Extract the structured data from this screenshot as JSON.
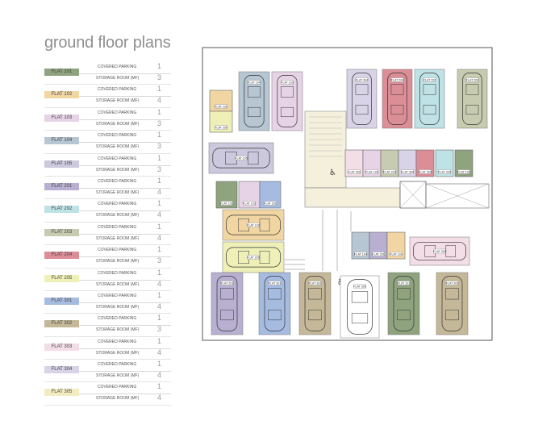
{
  "title": "ground floor plans",
  "legend": [
    {
      "flat": "FLAT 101",
      "color": "#8fa37f",
      "parking_label": "COVERED PARKING",
      "parking": "1",
      "storage_label": "STORAGE ROOM (MF)",
      "storage": "3"
    },
    {
      "flat": "FLAT 102",
      "color": "#f1d6a3",
      "parking_label": "COVERED PARKING",
      "parking": "1",
      "storage_label": "STORAGE ROOM (MF)",
      "storage": "4"
    },
    {
      "flat": "FLAT 103",
      "color": "#e7d3e6",
      "parking_label": "COVERED PARKING",
      "parking": "1",
      "storage_label": "STORAGE ROOM (MF)",
      "storage": "3"
    },
    {
      "flat": "FLAT 104",
      "color": "#b6c6d2",
      "parking_label": "COVERED PARKING",
      "parking": "1",
      "storage_label": "STORAGE ROOM (MF)",
      "storage": "3"
    },
    {
      "flat": "FLAT 105",
      "color": "#ccc8dd",
      "parking_label": "COVERED PARKING",
      "parking": "1",
      "storage_label": "STORAGE ROOM (MF)",
      "storage": "3"
    },
    {
      "flat": "FLAT 201",
      "color": "#b9b0d1",
      "parking_label": "COVERED PARKING",
      "parking": "1",
      "storage_label": "STORAGE ROOM (MF)",
      "storage": "4"
    },
    {
      "flat": "FLAT 202",
      "color": "#bfe2e6",
      "parking_label": "COVERED PARKING",
      "parking": "1",
      "storage_label": "STORAGE ROOM (MF)",
      "storage": "4"
    },
    {
      "flat": "FLAT 203",
      "color": "#c7cbb0",
      "parking_label": "COVERED PARKING",
      "parking": "1",
      "storage_label": "STORAGE ROOM (MF)",
      "storage": "4"
    },
    {
      "flat": "FLAT 204",
      "color": "#dc8e97",
      "parking_label": "COVERED PARKING",
      "parking": "1",
      "storage_label": "STORAGE ROOM (MF)",
      "storage": "3"
    },
    {
      "flat": "FLAT 205",
      "color": "#eef0b8",
      "parking_label": "COVERED PARKING",
      "parking": "1",
      "storage_label": "STORAGE ROOM (MF)",
      "storage": "4"
    },
    {
      "flat": "FLAT 301",
      "color": "#a6bbe0",
      "parking_label": "COVERED PARKING",
      "parking": "1",
      "storage_label": "STORAGE ROOM (MF)",
      "storage": "4"
    },
    {
      "flat": "FLAT 302",
      "color": "#c4b899",
      "parking_label": "COVERED PARKING",
      "parking": "1",
      "storage_label": "STORAGE ROOM (MF)",
      "storage": "3"
    },
    {
      "flat": "FLAT 303",
      "color": "#f3dde6",
      "parking_label": "COVERED PARKING",
      "parking": "1",
      "storage_label": "STORAGE ROOM (MF)",
      "storage": "4"
    },
    {
      "flat": "FLAT 304",
      "color": "#d9d3e8",
      "parking_label": "COVERED PARKING",
      "parking": "1",
      "storage_label": "STORAGE ROOM (MF)",
      "storage": "4"
    },
    {
      "flat": "FLAT 305",
      "color": "#f2ecc0",
      "parking_label": "COVERED PARKING",
      "parking": "1",
      "storage_label": "STORAGE ROOM (MF)",
      "storage": "4"
    }
  ],
  "plan": {
    "storage_labels": [
      "FLAT 101",
      "FLAT 102",
      "FLAT 103",
      "FLAT 104",
      "FLAT 105",
      "FLAT 201",
      "FLAT 202",
      "FLAT 203",
      "FLAT 204",
      "FLAT 205",
      "FLAT 301",
      "FLAT 302",
      "FLAT 303",
      "FLAT 304",
      "FLAT 305"
    ]
  }
}
